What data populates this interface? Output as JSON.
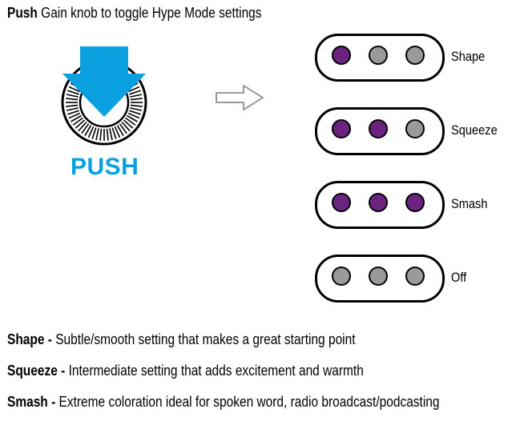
{
  "header": {
    "bold": "Push",
    "text": " Gain knob to toggle Hype Mode settings"
  },
  "knob": {
    "label": "PUSH",
    "accent": "#0aa0e0"
  },
  "modes": [
    {
      "label": "Shape",
      "leds": [
        true,
        false,
        false
      ]
    },
    {
      "label": "Squeeze",
      "leds": [
        true,
        true,
        false
      ]
    },
    {
      "label": "Smash",
      "leds": [
        true,
        true,
        true
      ]
    },
    {
      "label": "Off",
      "leds": [
        false,
        false,
        false
      ]
    }
  ],
  "colors": {
    "led_on": "#6b2380",
    "led_off": "#9a9a9a"
  },
  "descriptions": [
    {
      "term": "Shape",
      "sep": " - ",
      "text": "Subtle/smooth setting that makes a great starting point"
    },
    {
      "term": "Squeeze",
      "sep": " - ",
      "text": "Intermediate setting that adds excitement and warmth"
    },
    {
      "term": "Smash",
      "sep": " - ",
      "text": "Extreme coloration ideal for spoken word, radio broadcast/podcasting"
    }
  ]
}
